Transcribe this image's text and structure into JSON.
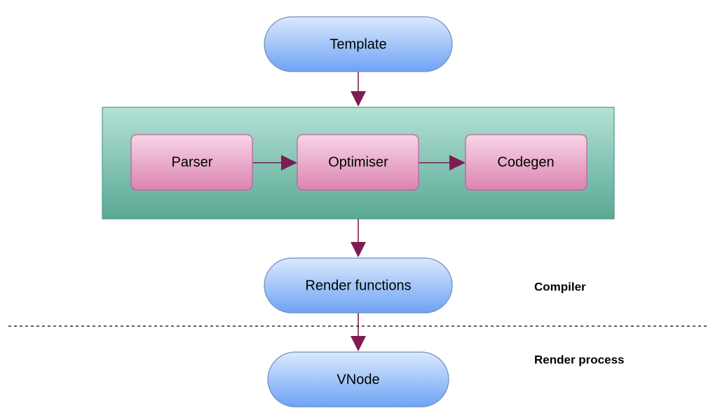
{
  "nodes": {
    "template": "Template",
    "parser": "Parser",
    "optimiser": "Optimiser",
    "codegen": "Codegen",
    "render_functions": "Render functions",
    "vnode": "VNode"
  },
  "labels": {
    "compiler": "Compiler",
    "render_process": "Render process"
  },
  "colors": {
    "blue_pill_top": "#dbe9fc",
    "blue_pill_bottom": "#6ea3f5",
    "blue_pill_border": "#6c8ebf",
    "pink_box_top": "#f7d6e6",
    "pink_box_bottom": "#dc83b0",
    "pink_box_border": "#c55a9a",
    "teal_group_top": "#b3e1d6",
    "teal_group_bottom": "#5aa894",
    "teal_group_border": "#4e9a86",
    "arrow": "#7d1c52"
  }
}
